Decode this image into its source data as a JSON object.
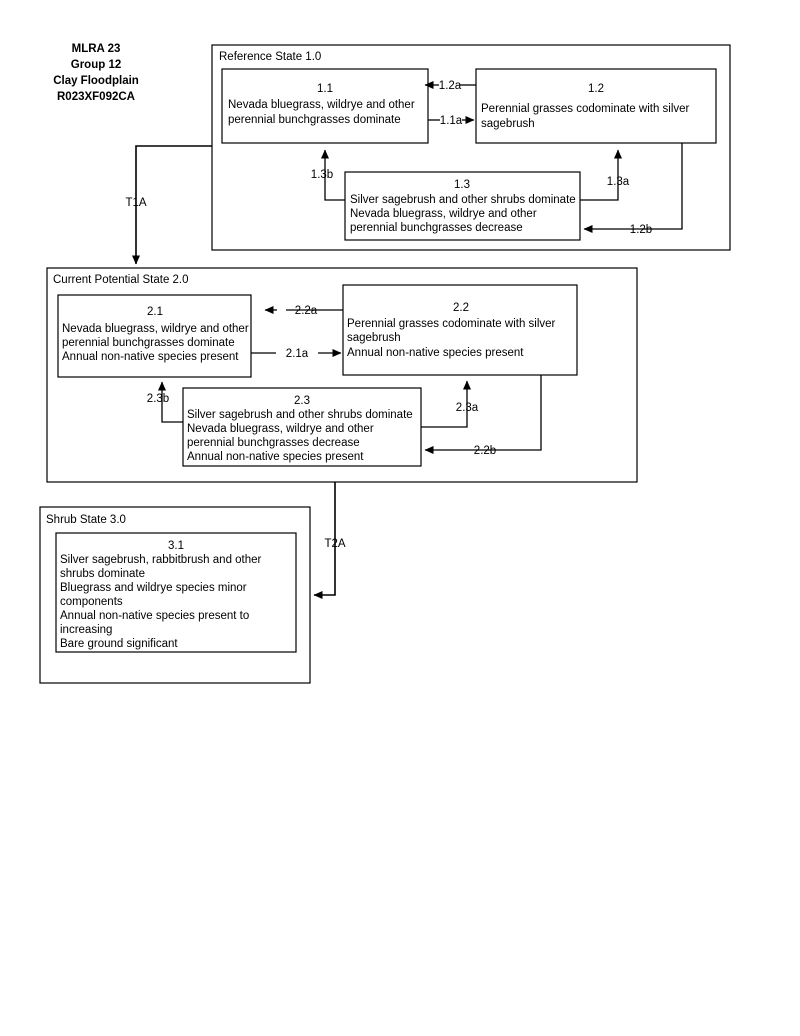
{
  "header": {
    "lines": [
      "MLRA 23",
      "Group 12",
      "Clay Floodplain",
      "R023XF092CA"
    ]
  },
  "colors": {
    "background": "#ffffff",
    "stroke": "#000000",
    "box_fill": "#ffffff"
  },
  "states": [
    {
      "id": "state-1",
      "label": "Reference State 1.0",
      "phases": [
        {
          "id": "phase-1-1",
          "number": "1.1",
          "lines": [
            "Nevada bluegrass, wildrye and other",
            "perennial bunchgrasses dominate"
          ]
        },
        {
          "id": "phase-1-2",
          "number": "1.2",
          "lines": [
            "Perennial grasses codominate with silver",
            "sagebrush"
          ]
        },
        {
          "id": "phase-1-3",
          "number": "1.3",
          "lines": [
            "Silver sagebrush and other shrubs dominate",
            "Nevada bluegrass, wildrye and other",
            "perennial bunchgrasses decrease"
          ]
        }
      ],
      "connectors": [
        {
          "id": "conn-1-2a",
          "label": "1.2a"
        },
        {
          "id": "conn-1-1a",
          "label": "1.1a"
        },
        {
          "id": "conn-1-3b",
          "label": "1.3b"
        },
        {
          "id": "conn-1-3a",
          "label": "1.3a"
        },
        {
          "id": "conn-1-2b",
          "label": "1.2b"
        }
      ]
    },
    {
      "id": "state-2",
      "label": "Current Potential State 2.0",
      "phases": [
        {
          "id": "phase-2-1",
          "number": "2.1",
          "lines": [
            "Nevada bluegrass, wildrye and other",
            "perennial bunchgrasses dominate",
            "Annual non-native species present"
          ]
        },
        {
          "id": "phase-2-2",
          "number": "2.2",
          "lines": [
            "Perennial grasses codominate with silver",
            "sagebrush",
            "Annual non-native species present"
          ]
        },
        {
          "id": "phase-2-3",
          "number": "2.3",
          "lines": [
            "Silver sagebrush and other shrubs dominate",
            "Nevada bluegrass, wildrye and other",
            "perennial bunchgrasses decrease",
            "Annual non-native species present"
          ]
        }
      ],
      "connectors": [
        {
          "id": "conn-2-2a",
          "label": "2.2a"
        },
        {
          "id": "conn-2-1a",
          "label": "2.1a"
        },
        {
          "id": "conn-2-3b",
          "label": "2.3b"
        },
        {
          "id": "conn-2-3a",
          "label": "2.3a"
        },
        {
          "id": "conn-2-2b",
          "label": "2.2b"
        }
      ]
    },
    {
      "id": "state-3",
      "label": "Shrub State 3.0",
      "phases": [
        {
          "id": "phase-3-1",
          "number": "3.1",
          "lines": [
            "Silver sagebrush, rabbitbrush and other",
            "shrubs dominate",
            "Bluegrass and wildrye species minor",
            "components",
            "Annual non-native species present to",
            "increasing",
            "Bare ground significant"
          ]
        }
      ],
      "connectors": []
    }
  ],
  "transitions": [
    {
      "id": "transition-t1a",
      "label": "T1A",
      "from": "state-1",
      "to": "state-2"
    },
    {
      "id": "transition-t2a",
      "label": "T2A",
      "from": "state-2",
      "to": "state-3"
    }
  ]
}
